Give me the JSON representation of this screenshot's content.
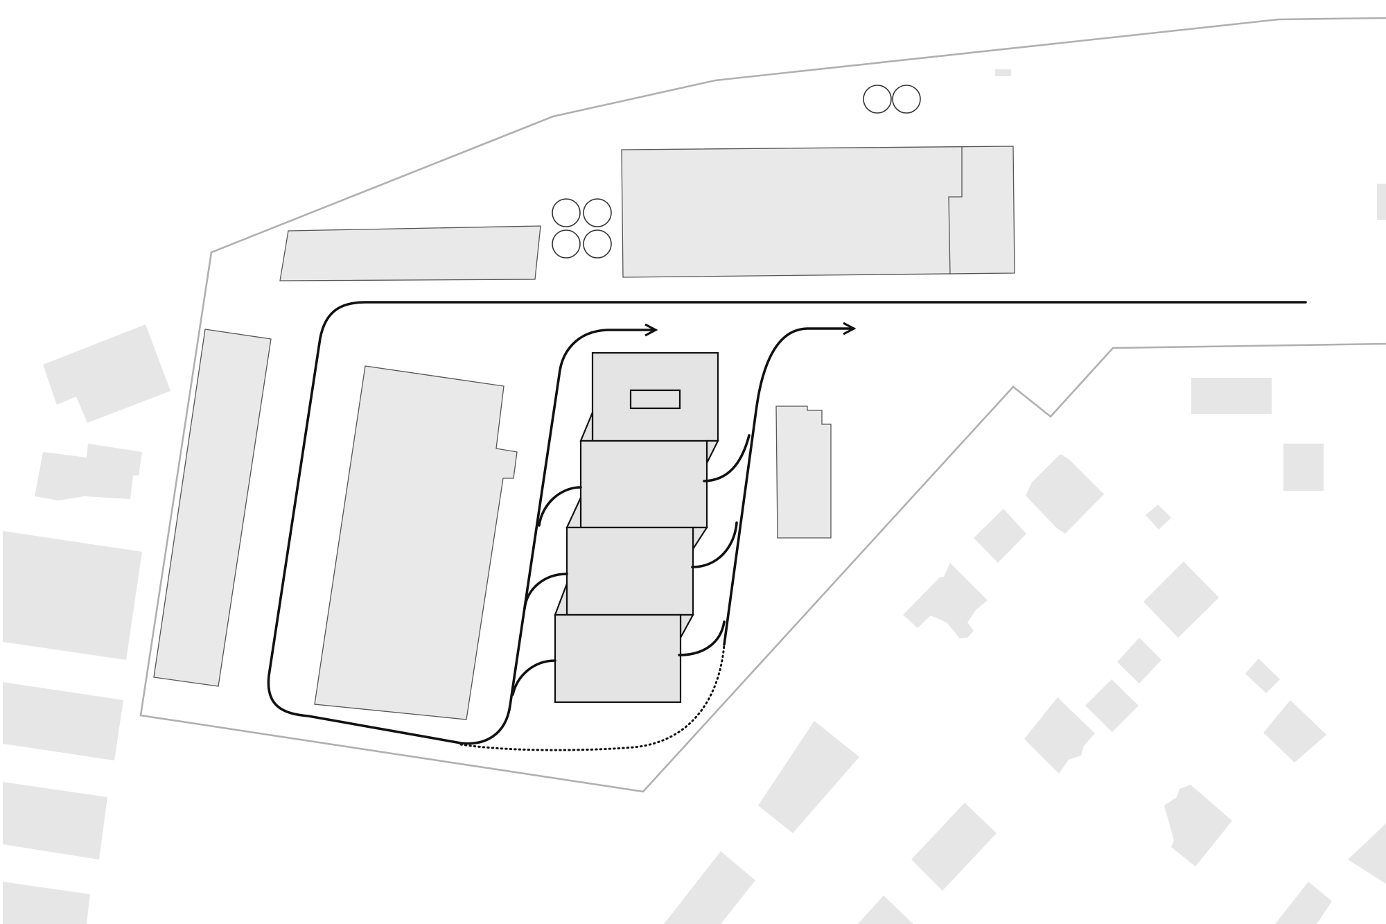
{
  "diagram": {
    "type": "site-plan",
    "colors": {
      "background": "#ffffff",
      "context_building": "#e6e6e6",
      "site_building": "#e9e9e9",
      "site_boundary": "#b0b0b0",
      "circulation_route": "#111111"
    },
    "elements": {
      "site_boundary": "site-boundary",
      "context_buildings": "neighbouring-building",
      "existing_buildings": "existing-building",
      "stepped_building_units": 4,
      "trees": 6,
      "circulation": [
        "main-access-route",
        "branch-route",
        "unit-connector",
        "dotted-footpath"
      ],
      "arrows": 2
    }
  }
}
